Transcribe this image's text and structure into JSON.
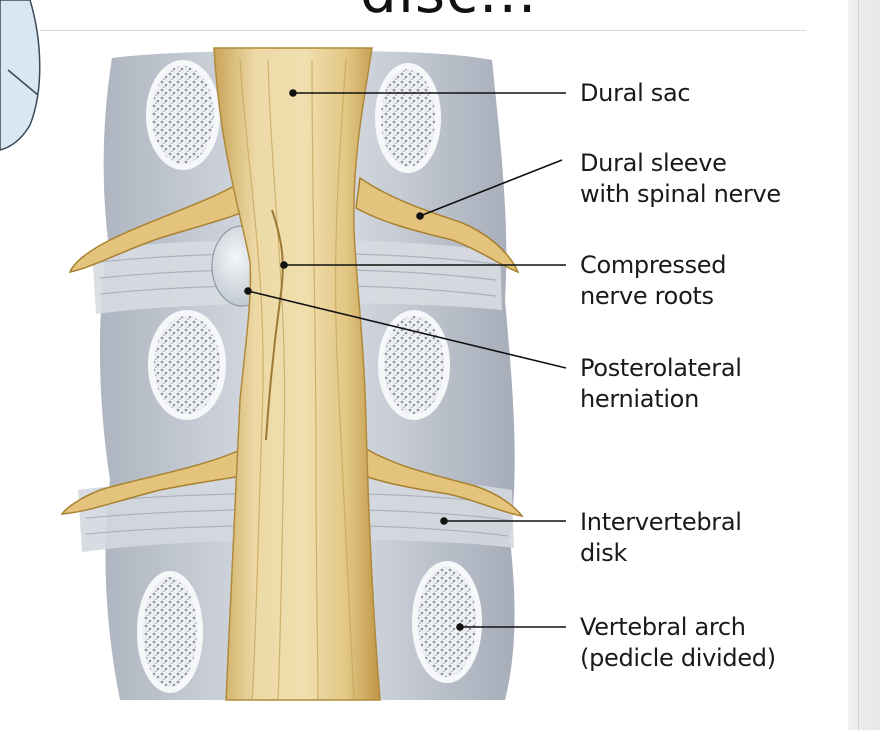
{
  "slide": {
    "title_fragment": "disc..."
  },
  "labels": {
    "dural_sac": [
      "Dural sac"
    ],
    "dural_sleeve": [
      "Dural sleeve",
      "with spinal nerve"
    ],
    "compressed_roots": [
      "Compressed",
      "nerve roots"
    ],
    "herniation": [
      "Posterolateral",
      "herniation"
    ],
    "disk": [
      "Intervertebral",
      "disk"
    ],
    "arch": [
      "Vertebral arch",
      "(pedicle divided)"
    ]
  },
  "colors": {
    "bone": "#d9dde4",
    "bone_shadow": "#9ea6b2",
    "marrow": "#e9ebee",
    "dura": "#e8d29a",
    "dura_edge": "#b88f3c",
    "nerve": "#e2c27a",
    "herniation": "#dfe5ea"
  }
}
